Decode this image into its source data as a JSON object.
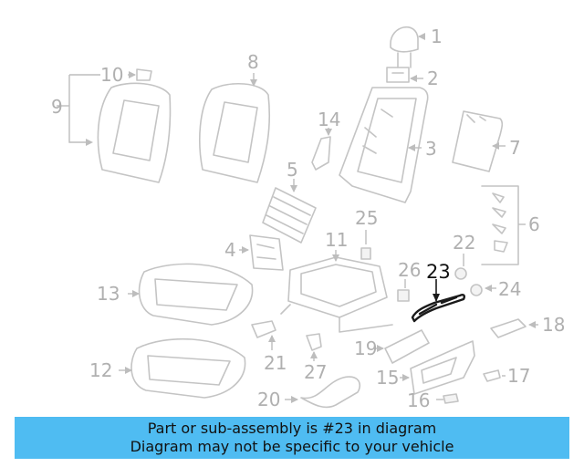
{
  "labels": {
    "p1": "1",
    "p2": "2",
    "p3": "3",
    "p4": "4",
    "p5": "5",
    "p6": "6",
    "p7": "7",
    "p8": "8",
    "p9": "9",
    "p10": "10",
    "p11": "11",
    "p12": "12",
    "p13": "13",
    "p14": "14",
    "p15": "15",
    "p16": "16",
    "p17": "17",
    "p18": "18",
    "p19": "19",
    "p20": "20",
    "p21": "21",
    "p22": "22",
    "p23": "23",
    "p24": "24",
    "p25": "25",
    "p26": "26",
    "p27": "27"
  },
  "highlighted_part": "23",
  "colors": {
    "banner": "#4fbcf2",
    "parts": "#c4c4c4",
    "highlight": "#1a1a1a"
  },
  "banner": {
    "line1": "Part or sub-assembly is #23 in diagram",
    "line2": "Diagram may not be specific to your vehicle"
  }
}
